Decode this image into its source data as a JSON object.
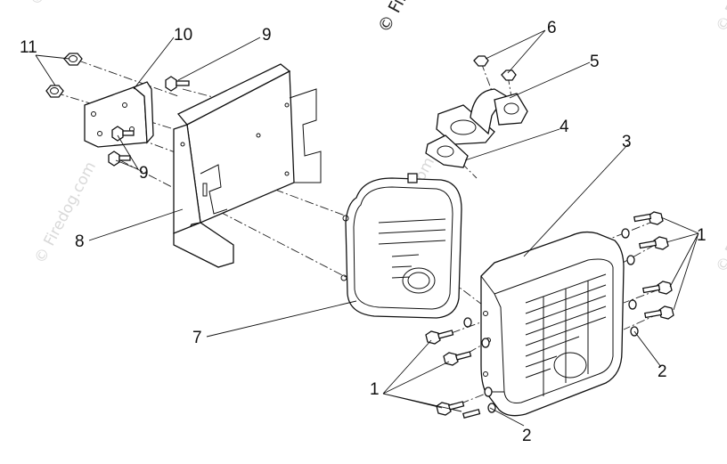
{
  "watermark": {
    "text": "© Firedog.com"
  },
  "callouts": {
    "c1_right": "1",
    "c1_left": "1",
    "c2_right": "2",
    "c2_bottom": "2",
    "c3": "3",
    "c4": "4",
    "c5": "5",
    "c6": "6",
    "c7": "7",
    "c8": "8",
    "c9_top": "9",
    "c9_left": "9",
    "c10": "10",
    "c11": "11"
  },
  "parts": {
    "p1": "bolt",
    "p2": "washer",
    "p3": "muffler-cover",
    "p4": "gasket",
    "p5": "exhaust-elbow",
    "p6": "nut",
    "p7": "muffler",
    "p8": "muffler-bracket",
    "p9": "bolt",
    "p10": "bracket-plate",
    "p11": "nut"
  }
}
